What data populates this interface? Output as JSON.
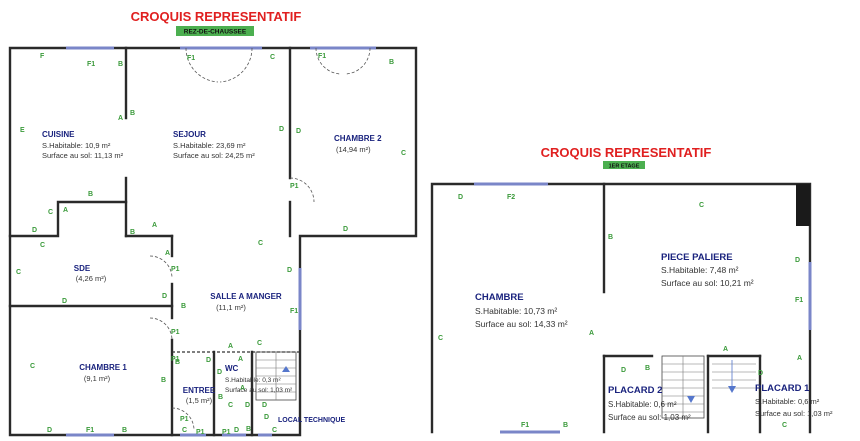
{
  "ground_floor": {
    "title": "CROQUIS REPRESENTATIF",
    "badge": "REZ-DE-CHAUSSEE",
    "rooms": {
      "cuisine": {
        "name": "CUISINE",
        "line1": "S.Habitable: 10,9 m²",
        "line2": "Surface au sol: 11,13 m²"
      },
      "sejour": {
        "name": "SEJOUR",
        "line1": "S.Habitable: 23,69 m²",
        "line2": "Surface au sol: 24,25 m²"
      },
      "chambre2": {
        "name": "CHAMBRE 2",
        "line1": "(14,94 m²)"
      },
      "sde": {
        "name": "SDE",
        "line1": "(4,26 m²)"
      },
      "salle": {
        "name": "SALLE A MANGER",
        "line1": "(11,1 m²)"
      },
      "chambre1": {
        "name": "CHAMBRE 1",
        "line1": "(9,1 m²)"
      },
      "entree": {
        "name": "ENTREE",
        "line1": "(1,5 m²)"
      },
      "wc": {
        "name": "WC",
        "line1": "S.Habitable: 0,3 m²",
        "line2": "Surface au sol: 1,03 m²"
      },
      "local": {
        "name": "LOCAL TECHNIQUE"
      }
    },
    "markers": [
      "F",
      "F1",
      "B",
      "F1",
      "C",
      "F1",
      "B",
      "E",
      "A",
      "B",
      "D",
      "C",
      "B",
      "P1",
      "D",
      "A",
      "A",
      "D",
      "C",
      "C",
      "D",
      "B",
      "A",
      "D",
      "C",
      "P1",
      "D",
      "B",
      "D",
      "F1",
      "C",
      "P1",
      "B",
      "P1",
      "A",
      "C",
      "B",
      "D",
      "A",
      "D",
      "C",
      "D",
      "B",
      "A",
      "D",
      "D",
      "P1",
      "P1",
      "B",
      "C",
      "D",
      "P1",
      "D",
      "C",
      "F1",
      "B",
      "C"
    ]
  },
  "first_floor": {
    "title": "CROQUIS REPRESENTATIF",
    "badge": "1ER ETAGE",
    "rooms": {
      "piece": {
        "name": "PIECE PALIERE",
        "line1": "S.Habitable: 7,48 m²",
        "line2": "Surface au sol: 10,21 m²"
      },
      "chambre": {
        "name": "CHAMBRE",
        "line1": "S.Habitable: 10,73 m²",
        "line2": "Surface au sol: 14,33 m²"
      },
      "placard2": {
        "name": "PLACARD 2",
        "line1": "S.Habitable: 0,6 m²",
        "line2": "Surface au sol: 1,03 m²"
      },
      "placard1": {
        "name": "PLACARD 1",
        "line1": "S.Habitable: 0,6 m²",
        "line2": "Surface au sol: 1,03 m²"
      }
    },
    "markers": [
      "D",
      "F2",
      "C",
      "B",
      "D",
      "F1",
      "C",
      "A",
      "D",
      "A",
      "B",
      "A",
      "D",
      "F1",
      "B",
      "C"
    ]
  },
  "colors": {
    "title": "#e02020",
    "badge": "#4caf50",
    "marker": "#3a9a3a",
    "room_name": "#1a237e",
    "window": "#7a86c8"
  }
}
